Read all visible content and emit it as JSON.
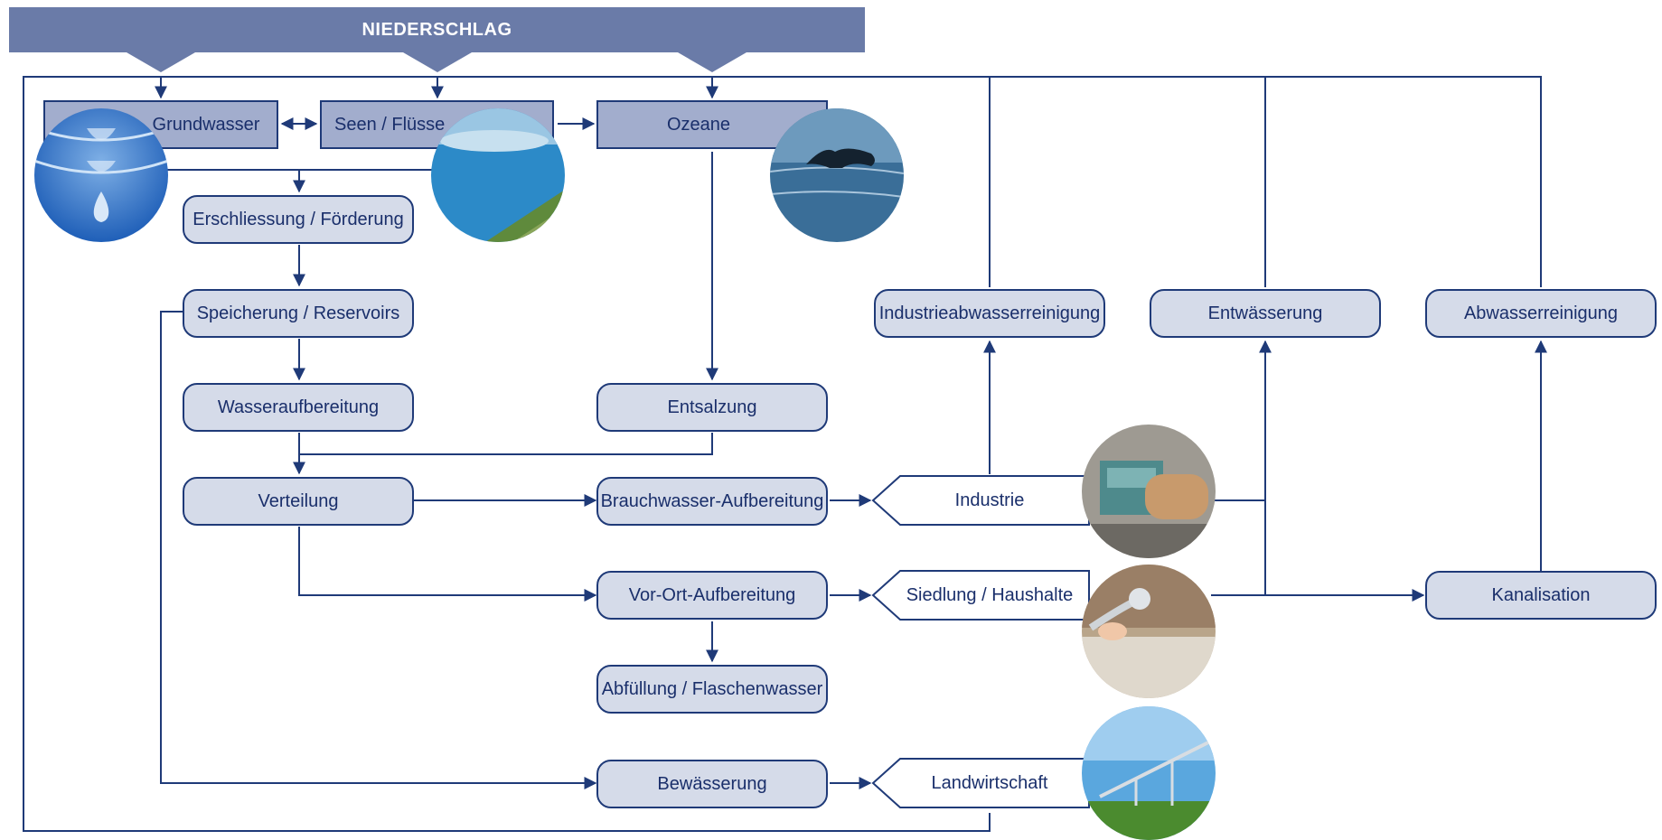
{
  "banner": {
    "label": "NIEDERSCHLAG"
  },
  "sources": {
    "grundwasser": "Grundwasser",
    "seen_fluesse": "Seen / Flüsse",
    "ozeane": "Ozeane"
  },
  "processes": {
    "erschliessung": "Erschliessung / Förderung",
    "speicherung": "Speicherung / Reservoirs",
    "wasseraufbereitung": "Wasseraufbereitung",
    "verteilung": "Verteilung",
    "entsalzung": "Entsalzung",
    "brauchwasser": "Brauchwasser-Aufbereitung",
    "vor_ort": "Vor-Ort-Aufbereitung",
    "abfuellung": "Abfüllung / Flaschenwasser",
    "bewaesserung": "Bewässerung",
    "industrieabwasser": "Industrieabwasserreinigung",
    "entwaesserung": "Entwässerung",
    "abwasserreinigung": "Abwasserreinigung",
    "kanalisation": "Kanalisation"
  },
  "consumers": {
    "industrie": "Industrie",
    "siedlung": "Siedlung / Haushalte",
    "landwirtschaft": "Landwirtschaft"
  },
  "colors": {
    "line": "#1f3a78",
    "box_fill": "#d5dbe9",
    "source_fill": "#a2adcd",
    "banner": "#6a7ba8",
    "text": "#1a2f6b"
  },
  "photos": [
    {
      "name": "water-drop-photo"
    },
    {
      "name": "lake-aerial-photo"
    },
    {
      "name": "whale-tail-photo"
    },
    {
      "name": "industry-machine-photo"
    },
    {
      "name": "shower-tap-photo"
    },
    {
      "name": "irrigation-field-photo"
    }
  ]
}
